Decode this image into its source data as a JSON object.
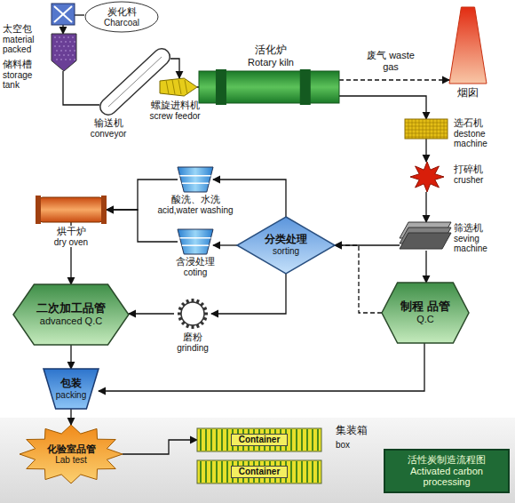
{
  "diagram": {
    "title": "活性炭制造流程图 Activated carbon processing",
    "nodes": [
      {
        "text": [
          "太空包",
          "material packed"
        ]
      },
      {
        "text": [
          "炭化料",
          "Charcoal"
        ]
      },
      {
        "text": [
          "储料槽",
          "storage tank"
        ]
      },
      {
        "text": [
          "输送机",
          "conveyor"
        ]
      },
      {
        "text": [
          "螺旋进料机",
          "screw feedor"
        ]
      },
      {
        "text": [
          "活化炉",
          "Rotary kiln"
        ]
      },
      {
        "text": [
          "烟囱"
        ]
      },
      {
        "text": [
          "选石机",
          "destone machine"
        ]
      },
      {
        "text": [
          "打碎机",
          "crusher"
        ]
      },
      {
        "text": [
          "筛选机",
          "seving machine"
        ]
      },
      {
        "text": [
          "制程 品管",
          "Q.C"
        ]
      },
      {
        "text": [
          "分类处理",
          "sorting"
        ]
      },
      {
        "text": [
          "酸洗、水洗",
          "acid,water washing"
        ]
      },
      {
        "text": [
          "含浸处理",
          "coting"
        ]
      },
      {
        "text": [
          "磨粉",
          "grinding"
        ]
      },
      {
        "text": [
          "烘干炉",
          "dry oven"
        ]
      },
      {
        "text": [
          "二次加工品管",
          "advanced Q.C"
        ]
      },
      {
        "text": [
          "包装",
          "packing"
        ]
      },
      {
        "text": [
          "化验室品管",
          "Lab test"
        ]
      },
      {
        "text": [
          "Container"
        ]
      },
      {
        "text": [
          "Container"
        ]
      }
    ],
    "edges": [
      {
        "from": 1,
        "to": 0,
        "arrow": "none"
      },
      {
        "from": 0,
        "to": 2,
        "arrow": "to"
      },
      {
        "from": 2,
        "to": 3,
        "arrow": "none"
      },
      {
        "from": 3,
        "to": 4,
        "arrow": "to"
      },
      {
        "from": 4,
        "to": 5,
        "arrow": "none"
      },
      {
        "from": 5,
        "to": 6,
        "label": "废气 waste gas",
        "arrow": "to"
      },
      {
        "from": 5,
        "to": 7,
        "arrow": "to"
      },
      {
        "from": 7,
        "to": 8,
        "arrow": "to"
      },
      {
        "from": 8,
        "to": 9,
        "arrow": "to"
      },
      {
        "from": 9,
        "to": 10,
        "arrow": "to"
      },
      {
        "from": 9,
        "to": 11,
        "arrow": "to"
      },
      {
        "from": 10,
        "to": 11,
        "arrow": "to"
      },
      {
        "from": 10,
        "to": 17,
        "arrow": "to"
      },
      {
        "from": 11,
        "to": 12,
        "arrow": "to"
      },
      {
        "from": 11,
        "to": 13,
        "arrow": "to"
      },
      {
        "from": 11,
        "to": 14,
        "arrow": "to"
      },
      {
        "from": 12,
        "to": 15,
        "arrow": "to"
      },
      {
        "from": 13,
        "to": 15,
        "arrow": "to"
      },
      {
        "from": 15,
        "to": 16,
        "arrow": "to"
      },
      {
        "from": 14,
        "to": 16,
        "arrow": "to"
      },
      {
        "from": 16,
        "to": 17,
        "arrow": "to"
      },
      {
        "from": 17,
        "to": 18,
        "arrow": "to"
      },
      {
        "from": 18,
        "to": 19,
        "arrow": "to"
      }
    ],
    "labels": [
      "集装箱",
      "box"
    ]
  }
}
